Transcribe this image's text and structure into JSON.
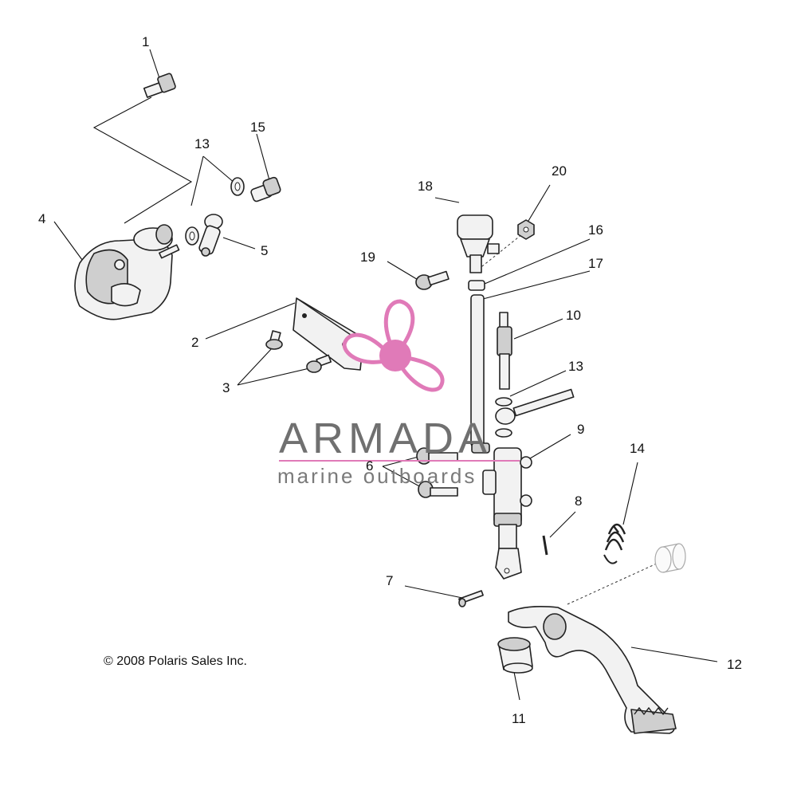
{
  "diagram": {
    "copyright": "© 2008 Polaris Sales Inc.",
    "watermark": {
      "brand": "ARMADA",
      "tagline": "marine outboards",
      "color": "#e07ab8"
    },
    "callouts": {
      "c1": "1",
      "c2": "2",
      "c3": "3",
      "c4": "4",
      "c5": "5",
      "c6": "6",
      "c7": "7",
      "c8": "8",
      "c9": "9",
      "c10": "10",
      "c11": "11",
      "c12": "12",
      "c13a": "13",
      "c13b": "13",
      "c14": "14",
      "c15": "15",
      "c16": "16",
      "c17": "17",
      "c18": "18",
      "c19": "19",
      "c20": "20"
    }
  }
}
